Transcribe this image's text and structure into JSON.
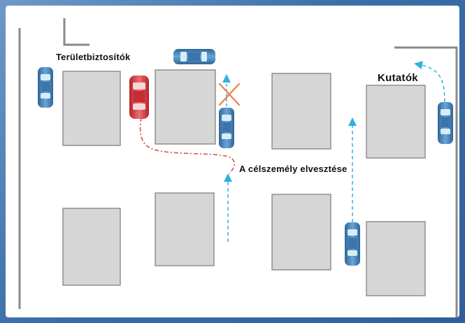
{
  "labels": {
    "area_security": "Területbiztosítók",
    "searchers": "Kutatók",
    "target_loss": "A célszemély elvesztése"
  },
  "colors": {
    "frame": "#3b6ea8",
    "panel": "#ffffff",
    "block_fill": "#d6d6d6",
    "block_stroke": "#7a7a7a",
    "wall": "#888888",
    "car_blue": "#4d86bb",
    "car_red": "#d83a3f",
    "route_red": "#d9534f",
    "route_blue": "#2fb0e0",
    "cross": "#e9814a"
  },
  "icons": [
    "car-icon",
    "cross-mark-icon",
    "dash-arrow-icon"
  ]
}
